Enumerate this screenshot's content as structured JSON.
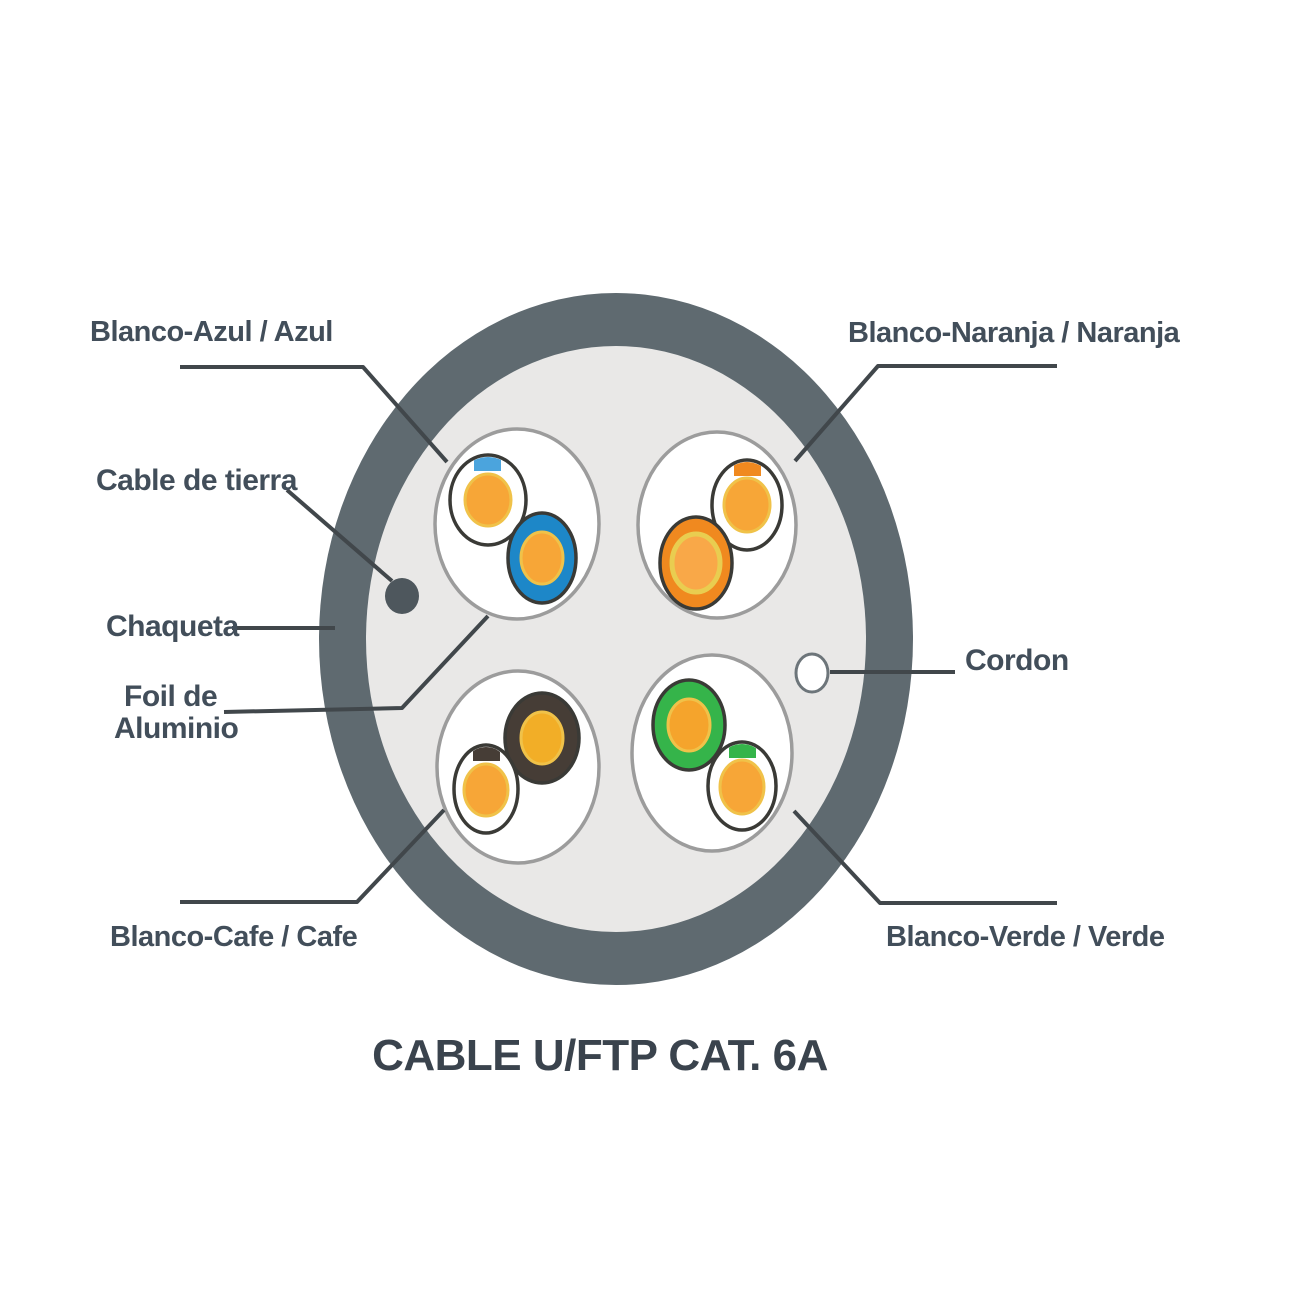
{
  "title": "CABLE U/FTP CAT. 6A",
  "labels": {
    "blanco_azul": "Blanco-Azul / Azul",
    "blanco_naranja": "Blanco-Naranja / Naranja",
    "cable_tierra": "Cable de tierra",
    "chaqueta": "Chaqueta",
    "foil_line1": "Foil de",
    "foil_line2": "Aluminio",
    "cordon": "Cordon",
    "blanco_cafe": "Blanco-Cafe / Cafe",
    "blanco_verde": "Blanco-Verde / Verde"
  },
  "colors": {
    "jacket": "#5F6A70",
    "interior": "#E9E8E7",
    "ground_wire": "#4E575D",
    "copper": "#F7A637",
    "blue": "#1D87C8",
    "blue_stripe": "#4BA4DD",
    "orange": "#F0891F",
    "orange_core": "#F9A848",
    "cafe": "#463D36",
    "cafe_core": "#F2AE27",
    "green": "#35B44A",
    "green_core": "#F5A42C",
    "cordon_fill": "#FFFFFF",
    "label_text": "#424E5A",
    "title_text": "#3A434D",
    "leader_line": "#41474B"
  }
}
